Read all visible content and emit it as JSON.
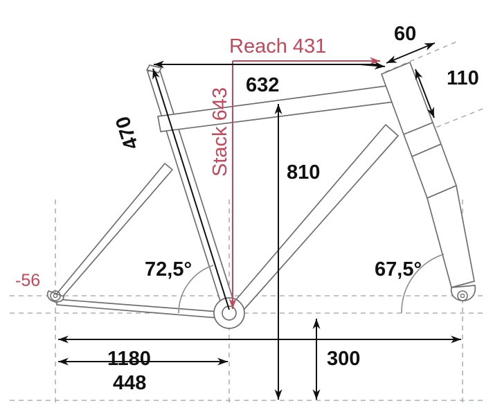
{
  "diagram": {
    "title": "Bicycle Frame Geometry Diagram",
    "units": "mm",
    "colors": {
      "accent_red": "#C2485A",
      "dimension_black": "#111111",
      "frame_outline": "#6E6E6E",
      "construction_dashed": "#A9B0B8",
      "background": "#FFFFFF"
    },
    "measurements": {
      "reach": {
        "label": "Reach 431",
        "value": 431,
        "color": "#C2485A",
        "orientation": "horizontal"
      },
      "stack": {
        "label": "Stack 643",
        "value": 643,
        "color": "#C2485A",
        "orientation": "vertical"
      },
      "top_tube_effective": {
        "label": "632",
        "value": 632,
        "orientation": "horizontal"
      },
      "seat_tube": {
        "label": "470",
        "value": 470,
        "orientation": "rotated"
      },
      "head_tube": {
        "label": "110",
        "value": 110,
        "orientation": "rotated"
      },
      "fork_offset_or_spacer": {
        "label": "60",
        "value": 60,
        "orientation": "rotated"
      },
      "standover_or_front_height": {
        "label": "810",
        "value": 810,
        "orientation": "vertical"
      },
      "bb_drop_offset": {
        "label": "-56",
        "value": -56,
        "color": "#C2485A",
        "orientation": "horizontal"
      },
      "seat_angle": {
        "label": "72,5°",
        "value": 72.5,
        "orientation": "horizontal"
      },
      "head_angle": {
        "label": "67,5°",
        "value": 67.5,
        "orientation": "horizontal"
      },
      "wheelbase": {
        "label": "1180",
        "value": 1180,
        "orientation": "horizontal"
      },
      "chainstay": {
        "label": "448",
        "value": 448,
        "orientation": "horizontal"
      },
      "bb_height": {
        "label": "300",
        "value": 300,
        "orientation": "vertical"
      }
    }
  }
}
